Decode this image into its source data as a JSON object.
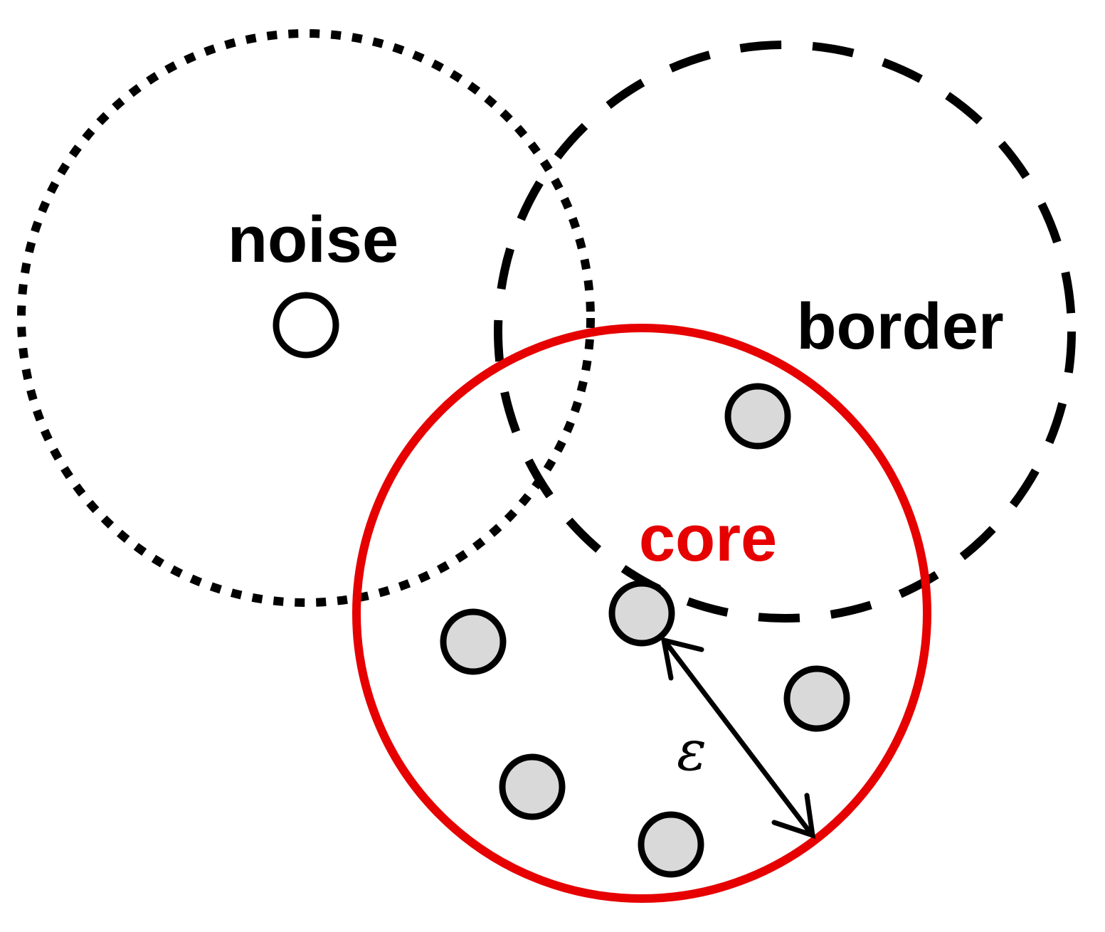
{
  "labels": {
    "noise": "noise",
    "border": "border",
    "core": "core",
    "epsilon": "ε"
  },
  "colors": {
    "core_circle": "#e60000",
    "core_label": "#e60000",
    "outline": "#000000",
    "core_point_fill": "#d9d9d9",
    "noise_point_fill": "#ffffff",
    "background": "#ffffff"
  },
  "legend_semantics": {
    "noise_region_style": "dotted",
    "border_region_style": "dashed",
    "core_region_style": "solid"
  }
}
